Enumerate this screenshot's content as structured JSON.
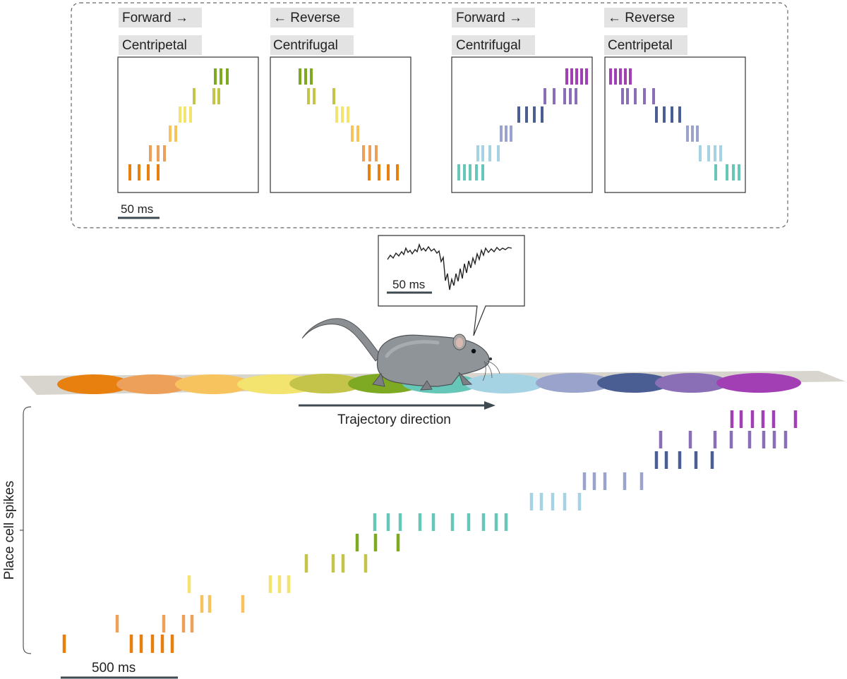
{
  "replay_panels": [
    {
      "direction": "Forward →",
      "type": "Centripetal"
    },
    {
      "direction": "← Reverse",
      "type": "Centrifugal"
    },
    {
      "direction": "Forward →",
      "type": "Centrifugal"
    },
    {
      "direction": "← Reverse",
      "type": "Centripetal"
    }
  ],
  "replay_scale_label": "50 ms",
  "lfp_scale_label": "50 ms",
  "trajectory_label": "Trajectory direction",
  "y_axis_label": "Place cell spikes",
  "time_scale_label": "500 ms",
  "place_field_colors": [
    "#e8800f",
    "#eda05a",
    "#f7c35e",
    "#f2e46e",
    "#c4c44a",
    "#7ea922",
    "#66c6b8",
    "#a6d3e4",
    "#9aa3cc",
    "#4a5e94",
    "#8a6fb6",
    "#a33fb5"
  ],
  "icons": {
    "animal": "rat-icon",
    "arrow": "arrow-right-icon",
    "bracket": "bracket-icon"
  }
}
